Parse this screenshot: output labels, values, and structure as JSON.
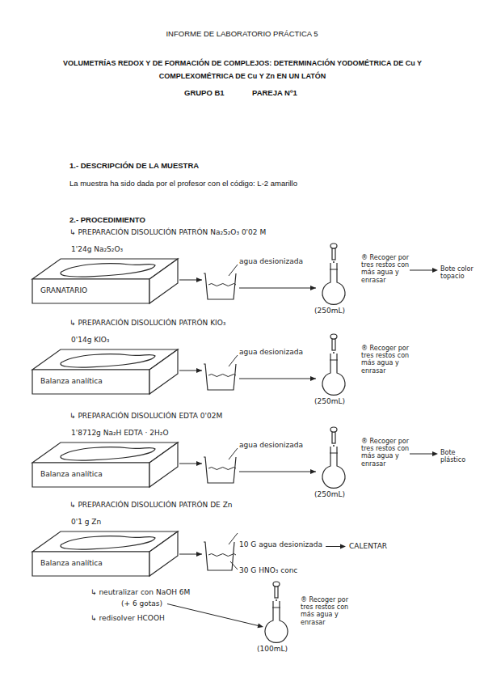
{
  "diagram": {
    "title": "VOLUMETRÍAS REDOX Y DE FORMACIÓN DE COMPLEJOS: DETERMINACIÓN YODOMÉTRICA DE Cu Y COMPLEXOMÉTRICA DE Cu Y Zn EN UN LATÓN",
    "nodes": [
      {
        "text": [
          "GRANATARIO"
        ]
      },
      {
        "text": [
          "agua desionizada"
        ]
      },
      {
        "text": [
          "(250mL)"
        ]
      },
      {
        "text": [
          "Balanza analítica"
        ]
      },
      {
        "text": [
          "agua desionizada"
        ]
      },
      {
        "text": [
          "(250mL)"
        ]
      },
      {
        "text": [
          "Balanza analítica"
        ]
      },
      {
        "text": [
          "agua desionizada"
        ]
      },
      {
        "text": [
          "(250mL)"
        ]
      },
      {
        "text": [
          "Balanza analítica"
        ]
      },
      {
        "text": [
          "10 G agua desionizada",
          "30 G HNO₃ conc"
        ]
      },
      {
        "text": [
          "(100mL)"
        ]
      }
    ],
    "edges": [
      {
        "from": 0,
        "to": 1,
        "arrow": "to"
      },
      {
        "from": 1,
        "to": 2,
        "arrow": "to"
      },
      {
        "from": 3,
        "to": 4,
        "arrow": "to"
      },
      {
        "from": 4,
        "to": 5,
        "arrow": "to"
      },
      {
        "from": 6,
        "to": 7,
        "arrow": "to"
      },
      {
        "from": 7,
        "to": 8,
        "arrow": "to"
      },
      {
        "from": 9,
        "to": 10,
        "arrow": "to"
      }
    ],
    "labels": [
      "INFORME DE LABORATORIO PRÁCTICA 5",
      "GRUPO B1",
      "PAREJA Nº1",
      "1.- DESCRIPCIÓN DE LA MUESTRA",
      "La muestra ha sido dada por el profesor con el código: L-2 amarillo",
      "2.- PROCEDIMIENTO",
      "↳ PREPARACIÓN DISOLUCIÓN PATRÓN Na₂S₂O₃ 0'02 M",
      "1'24g Na₂S₂O₃",
      "® Recoger por tres restos con más agua y enrasar",
      "Bote color topacio",
      "↳ PREPARACIÓN DISOLUCIÓN PATRÓN KIO₃",
      "0'14g KIO₃",
      "® Recoger por tres restos con más agua y enrasar",
      "↳ PREPARACIÓN DISOLUCIÓN EDTA 0'02M",
      "1'8712g Na₂H EDTA · 2H₂O",
      "® Recoger por tres restos con más agua y enrasar",
      "Bote plástico",
      "↳ PREPARACIÓN DISOLUCIÓN PATRÓN DE Zn",
      "0'1 g Zn",
      "CALENTAR",
      "↳ neutralizar con NaOH 6M",
      "(+ 6 gotas)",
      "↳ redisolver HCOOH",
      "® Recoger por tres restos con más agua y enrasar"
    ]
  }
}
